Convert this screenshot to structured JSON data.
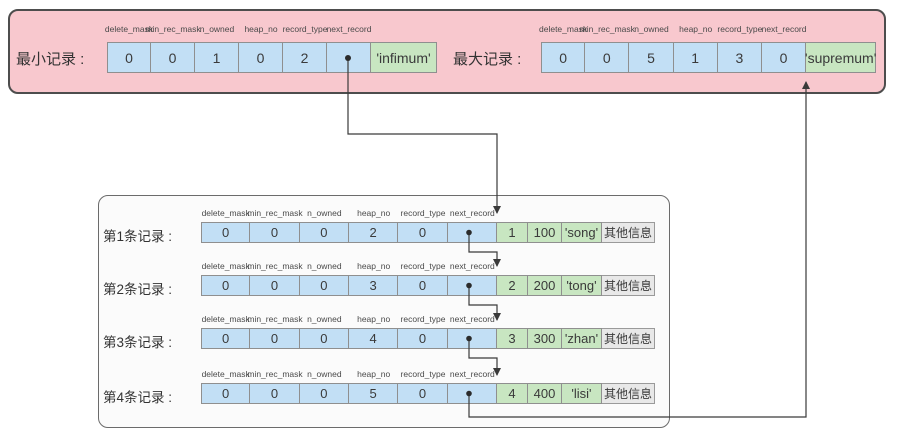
{
  "field_headers": [
    "delete_mask",
    "min_rec_mask",
    "n_owned",
    "heap_no",
    "record_type",
    "next_record"
  ],
  "top": {
    "min_record": {
      "label": "最小记录 :",
      "cells": [
        "0",
        "0",
        "1",
        "0",
        "2",
        ""
      ],
      "name_cell": "'infimum'"
    },
    "max_record": {
      "label": "最大记录 :",
      "cells": [
        "0",
        "0",
        "5",
        "1",
        "3",
        "0"
      ],
      "name_cell": "'supremum'"
    }
  },
  "records": [
    {
      "label": "第1条记录 :",
      "cells": [
        "0",
        "0",
        "0",
        "2",
        "0",
        ""
      ],
      "extras": [
        "1",
        "100",
        "'song'"
      ],
      "other": "其他信息"
    },
    {
      "label": "第2条记录 :",
      "cells": [
        "0",
        "0",
        "0",
        "3",
        "0",
        ""
      ],
      "extras": [
        "2",
        "200",
        "'tong'"
      ],
      "other": "其他信息"
    },
    {
      "label": "第3条记录 :",
      "cells": [
        "0",
        "0",
        "0",
        "4",
        "0",
        ""
      ],
      "extras": [
        "3",
        "300",
        "'zhan'"
      ],
      "other": "其他信息"
    },
    {
      "label": "第4条记录 :",
      "cells": [
        "0",
        "0",
        "0",
        "5",
        "0",
        ""
      ],
      "extras": [
        "4",
        "400",
        "'lisi'"
      ],
      "other": "其他信息"
    }
  ],
  "colors": {
    "pink_bg": "#f8c8ce",
    "blue_cell": "#c2dff5",
    "green_cell": "#c8e6c1",
    "gray_cell": "#e8e8e8",
    "box_bg": "#fbfbfb",
    "arrow": "#3a3a3a"
  }
}
